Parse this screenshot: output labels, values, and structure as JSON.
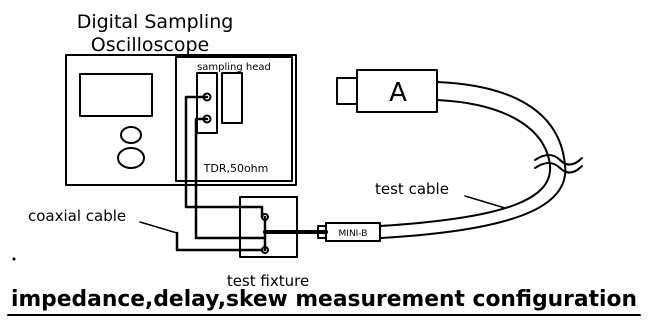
{
  "diagram": {
    "instrument_title_line1": "Digital Sampling",
    "instrument_title_line2": "Oscilloscope",
    "sampling_head_label": "sampling head",
    "tdr_label": "TDR,50ohm",
    "connector_a_label": "A",
    "test_cable_label": "test cable",
    "coaxial_cable_label": "coaxial cable",
    "mini_connector_label": "MINI-B",
    "test_fixture_label": "test fixture",
    "caption": "impedance,delay,skew measurement configuration"
  }
}
